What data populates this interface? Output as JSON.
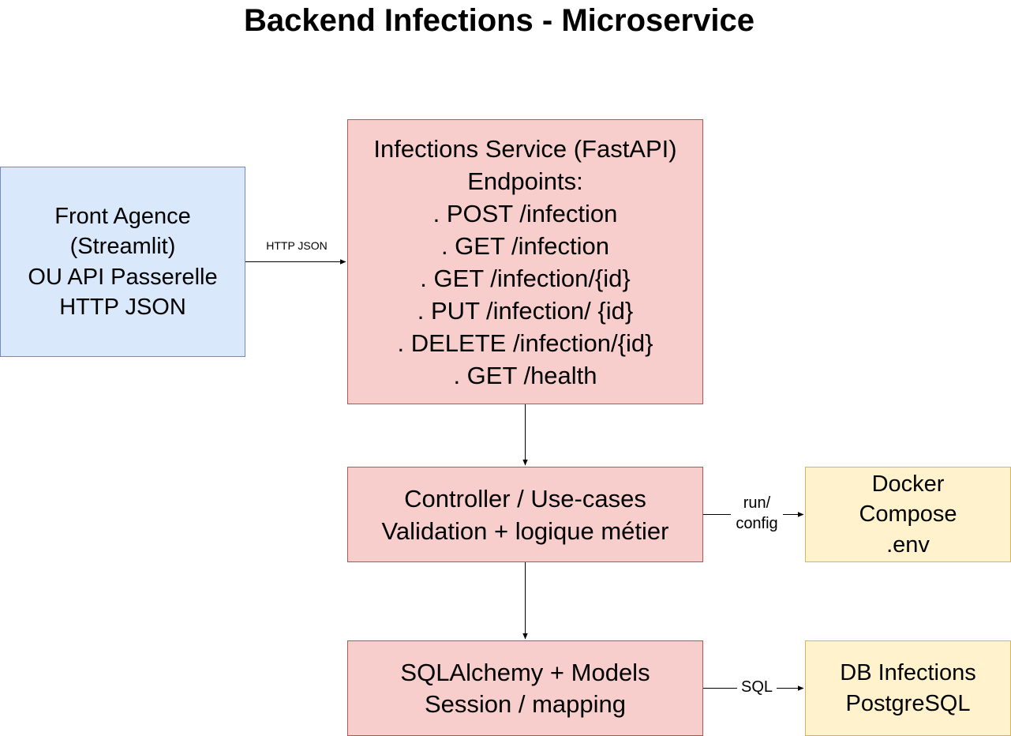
{
  "title": "Backend Infections - Microservice",
  "nodes": {
    "front": {
      "lines": [
        "Front Agence",
        "(Streamlit)",
        "OU API Passerelle",
        "HTTP JSON"
      ],
      "fill": "#dae8fc",
      "stroke": "#6c8ebf"
    },
    "service": {
      "lines": [
        "Infections Service (FastAPI)",
        "Endpoints:",
        ". POST /infection",
        ". GET /infection",
        ". GET /infection/{id}",
        ". PUT /infection/ {id}",
        ". DELETE /infection/{id}",
        ". GET /health"
      ],
      "fill": "#f8cecc",
      "stroke": "#b85450"
    },
    "controller": {
      "lines": [
        "Controller / Use-cases",
        "Validation + logique métier"
      ],
      "fill": "#f8cecc",
      "stroke": "#b85450"
    },
    "sqlalchemy": {
      "lines": [
        "SQLAlchemy + Models",
        "Session / mapping"
      ],
      "fill": "#f8cecc",
      "stroke": "#b85450"
    },
    "docker": {
      "lines": [
        "Docker",
        "Compose",
        ".env"
      ],
      "fill": "#fff2cc",
      "stroke": "#d6b656"
    },
    "db": {
      "lines": [
        "DB Infections",
        "PostgreSQL"
      ],
      "fill": "#fff2cc",
      "stroke": "#d6b656"
    }
  },
  "edges": {
    "front_to_service": {
      "label": "HTTP JSON"
    },
    "service_to_controller": {
      "label": ""
    },
    "controller_to_sqlalchemy": {
      "label": ""
    },
    "controller_to_docker": {
      "label_lines": [
        "run/",
        "config"
      ]
    },
    "sqlalchemy_to_db": {
      "label": "SQL"
    }
  }
}
